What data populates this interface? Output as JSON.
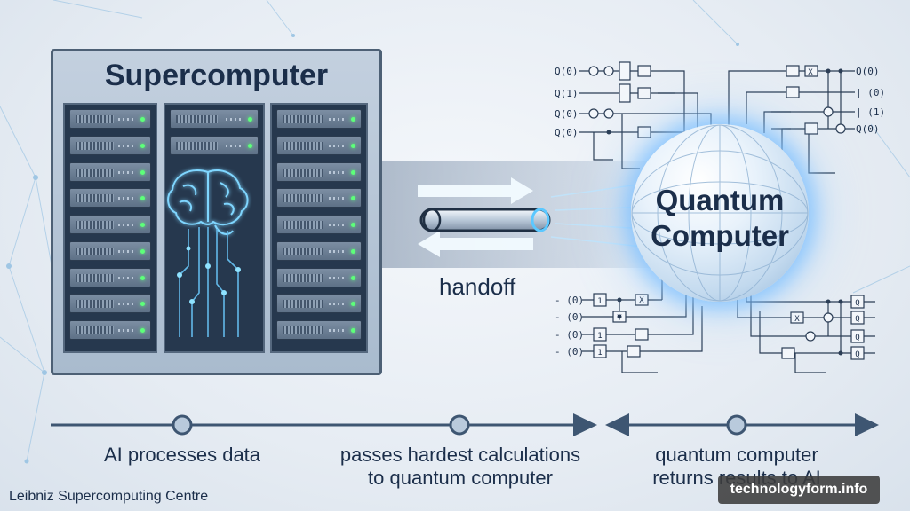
{
  "supercomputer": {
    "title": "Supercomputer"
  },
  "handoff": {
    "label": "handoff"
  },
  "quantum": {
    "title_line1": "Quantum",
    "title_line2": "Computer"
  },
  "circuit_top_left": {
    "qubits": [
      "Q(0)",
      "Q(1)",
      "Q(0)",
      "Q(0)"
    ]
  },
  "circuit_top_right": {
    "qubits": [
      "Q(0)",
      "| (0)",
      "| (1)",
      "Q(0)"
    ]
  },
  "circuit_bottom_left": {
    "qubits": [
      "- (0)",
      "- (0)",
      "- (0)",
      "- (0)"
    ]
  },
  "gates": {
    "x": "X",
    "y": "Y",
    "one": "1",
    "q": "Q"
  },
  "timeline": {
    "steps": [
      {
        "line1": "AI processes data",
        "line2": ""
      },
      {
        "line1": "passes hardest calculations",
        "line2": "to quantum computer"
      },
      {
        "line1": "quantum computer",
        "line2": "returns results to AI"
      }
    ]
  },
  "credit": "Leibniz Supercomputing Centre",
  "watermark": "technologyform.info",
  "colors": {
    "navy": "#1b2e4a",
    "glow": "#5cc8ff",
    "timeline": "#3e5672"
  }
}
